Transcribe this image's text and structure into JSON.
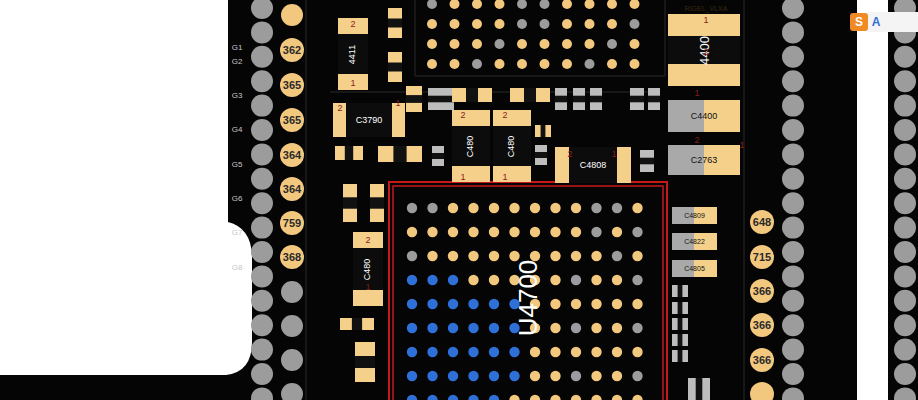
{
  "diagram": {
    "nodes": [
      {
        "text": [
          "U4700"
        ]
      },
      {
        "text": [
          "C3790"
        ]
      },
      {
        "text": [
          "C4400"
        ]
      },
      {
        "text": [
          "C2763"
        ]
      },
      {
        "text": [
          "C4808"
        ]
      },
      {
        "text": [
          "C4809"
        ]
      },
      {
        "text": [
          "C4822"
        ]
      },
      {
        "text": [
          "C4805"
        ]
      },
      {
        "text": [
          "4400"
        ]
      },
      {
        "text": [
          "4411"
        ]
      },
      {
        "text": [
          "C480"
        ]
      },
      {
        "text": [
          "C480"
        ]
      },
      {
        "text": [
          "C480"
        ]
      }
    ],
    "labels": [
      "362",
      "365",
      "365",
      "364",
      "364",
      "759",
      "368",
      "648",
      "715",
      "366",
      "366",
      "366",
      "G1",
      "G2",
      "G3",
      "G4",
      "G5",
      "G6",
      "G7",
      "G8",
      "2",
      "1",
      "1",
      "2",
      "1",
      "2",
      "1",
      "2",
      "1",
      "2",
      "1",
      "2",
      "1",
      "2",
      "1",
      "2",
      "1",
      "RIGEL_VLXA",
      "S",
      "A"
    ]
  }
}
